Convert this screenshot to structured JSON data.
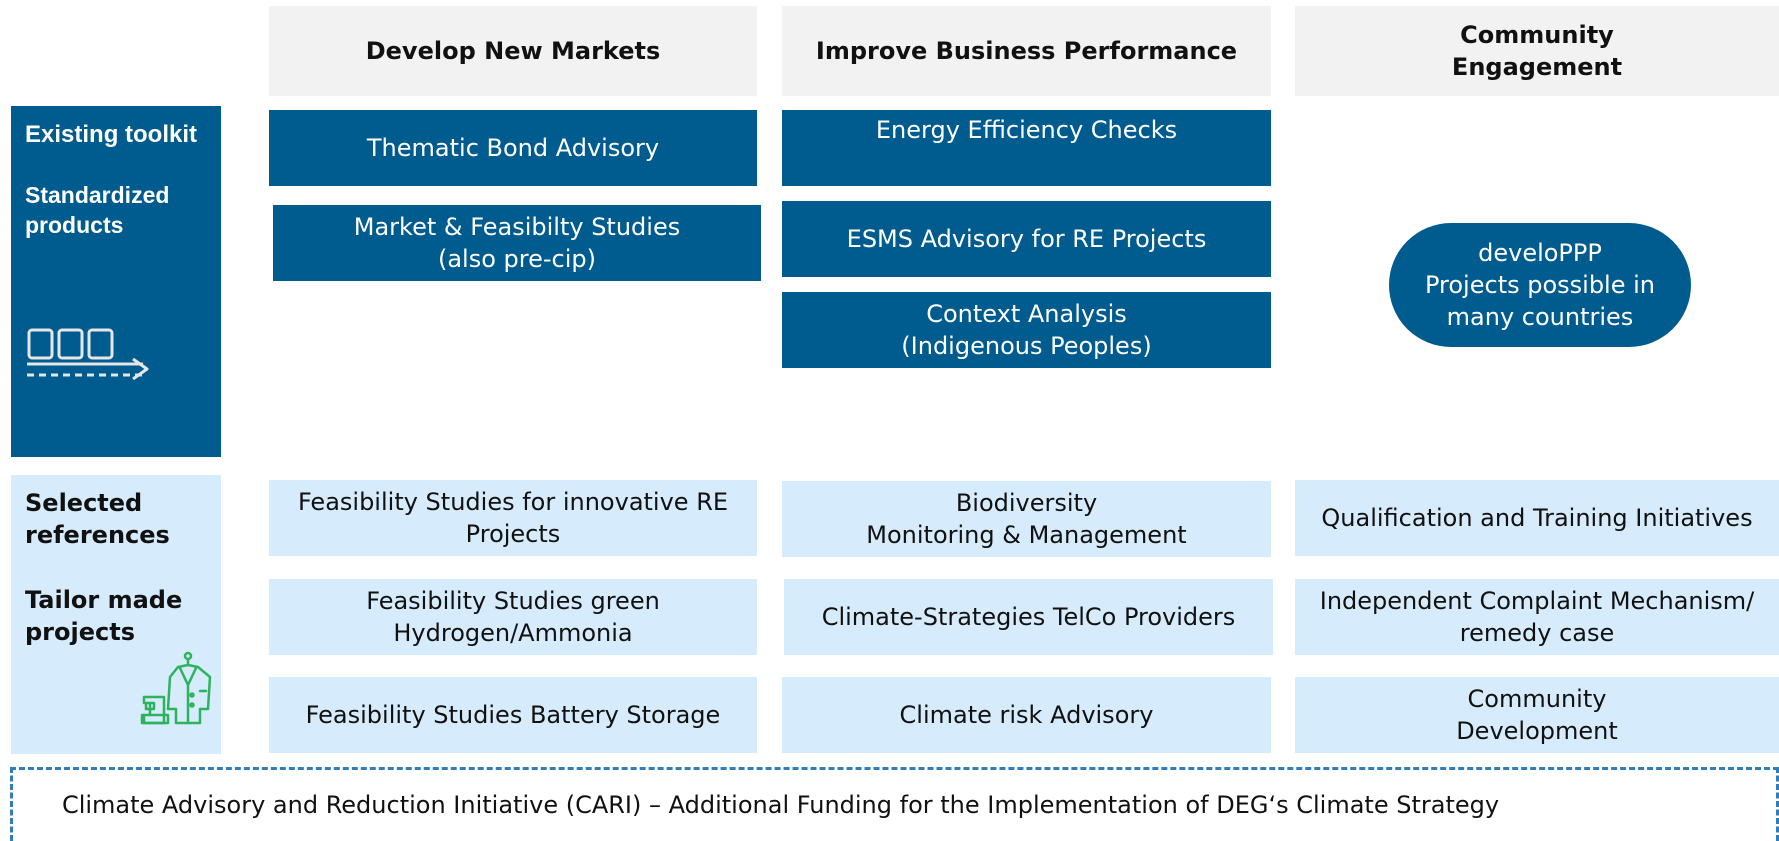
{
  "columns": {
    "develop_new_markets": "Develop New Markets",
    "improve_business_performance": "Improve Business Performance",
    "community_engagement": "Community\nEngagement"
  },
  "existing_toolkit": {
    "label": "Existing toolkit",
    "sublabel": "Standardized\nproducts",
    "icon": "conveyor-belt-icon",
    "color": "#005b8f",
    "develop_new_markets": [
      "Thematic Bond Advisory",
      "Market & Feasibilty Studies\n(also pre-cip)"
    ],
    "improve_business_performance": [
      "Energy Efficiency Checks",
      "ESMS Advisory for RE Projects",
      "Context Analysis\n(Indigenous Peoples)"
    ],
    "community_engagement": "develoPPP\nProjects possible in\nmany countries"
  },
  "selected_references": {
    "label": "Selected\nreferences",
    "sublabel": "Tailor made\nprojects",
    "icon": "tailoring-sewing-machine-icon",
    "color": "#d6ebfb",
    "icon_color": "#2db35d",
    "develop_new_markets": [
      "Feasibility Studies for innovative RE\nProjects",
      "Feasibility Studies green\nHydrogen/Ammonia",
      "Feasibility Studies Battery Storage"
    ],
    "improve_business_performance": [
      "Biodiversity\nMonitoring & Management",
      "Climate-Strategies TelCo Providers",
      "Climate risk Advisory"
    ],
    "community_engagement": [
      "Qualification and Training Initiatives",
      "Independent Complaint Mechanism/\nremedy case",
      "Community\nDevelopment"
    ]
  },
  "footer": {
    "text": "Climate Advisory and Reduction Initiative (CARI) – Additional Funding for the Implementation of DEG‘s Climate Strategy",
    "border_color": "#2f7dbb"
  }
}
